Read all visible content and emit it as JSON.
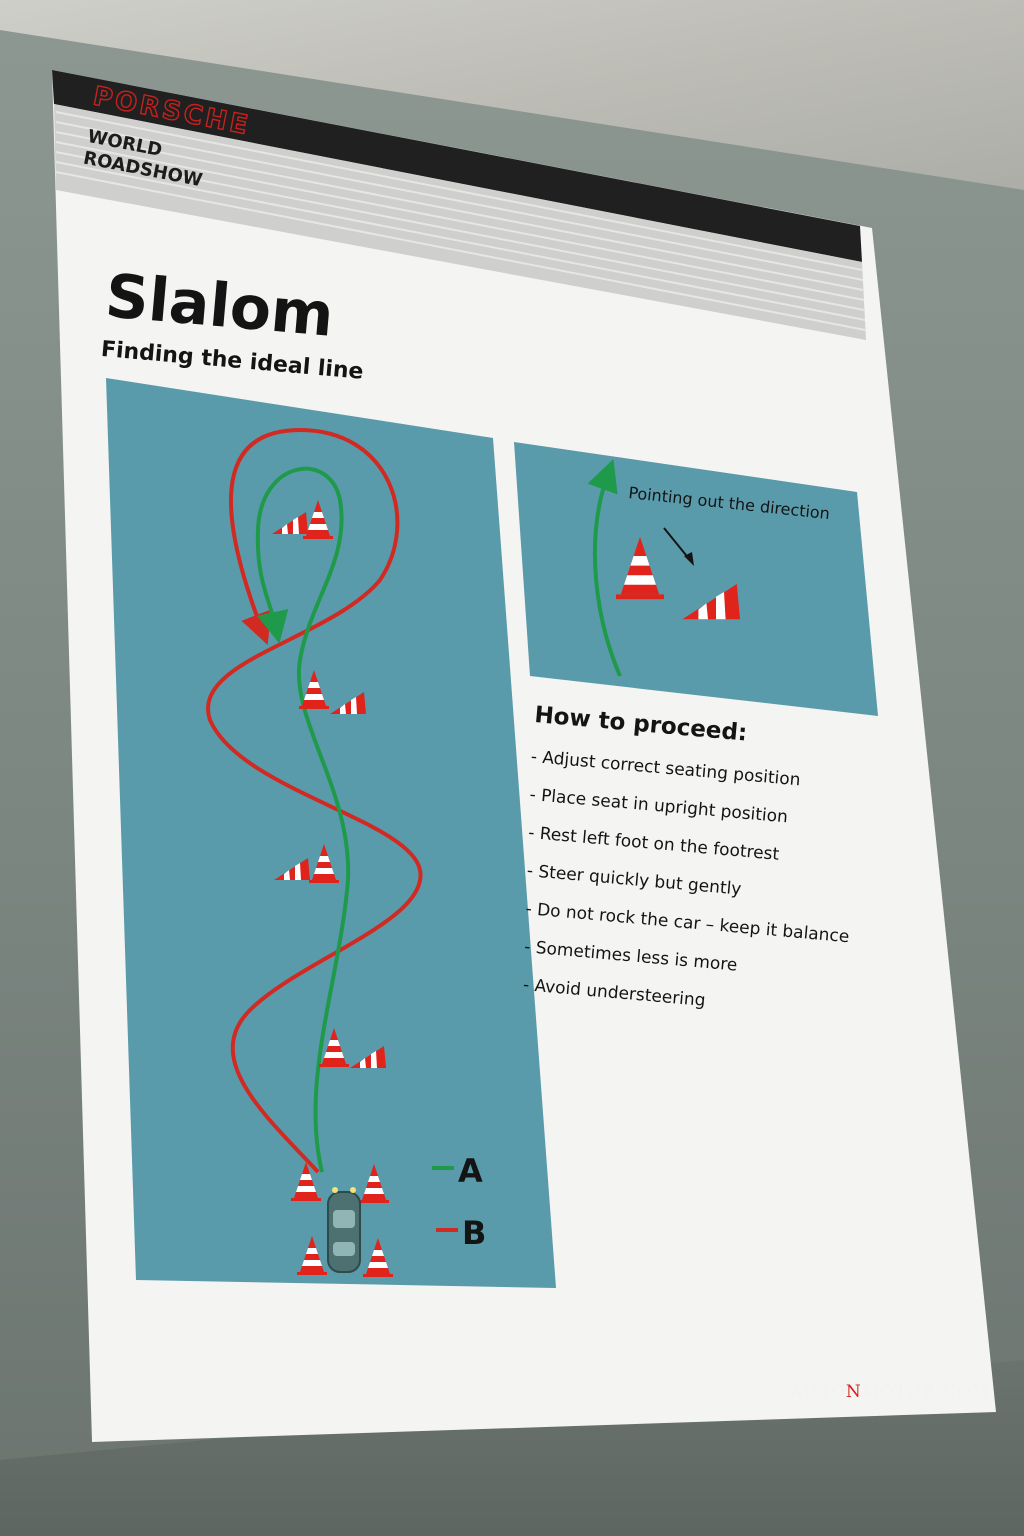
{
  "header": {
    "brand": "PORSCHE",
    "line1": "WORLD",
    "line2": "ROADSHOW"
  },
  "title": "Slalom",
  "subtitle": "Finding the ideal line",
  "course_legend": [
    {
      "label": "A",
      "color": "#1f9a4a"
    },
    {
      "label": "B",
      "color": "#d12a22"
    }
  ],
  "cone_diagram": {
    "caption": "Pointing out the direction"
  },
  "instructions": {
    "heading": "How to proceed:",
    "items": [
      "Adjust correct seating position",
      "Place seat in upright position",
      "Rest left foot on the footrest",
      "Steer quickly but gently",
      "Do not rock the car – keep it balance",
      "Sometimes less is more",
      "Avoid understeering"
    ]
  },
  "watermark": {
    "part1": "AUTO",
    "part2": "N",
    "part3": "MOTOR.COM"
  },
  "colors": {
    "panel": "#5a9bab",
    "line_a": "#1f9a4a",
    "line_b": "#d12a22",
    "cone": "#e0241c"
  }
}
